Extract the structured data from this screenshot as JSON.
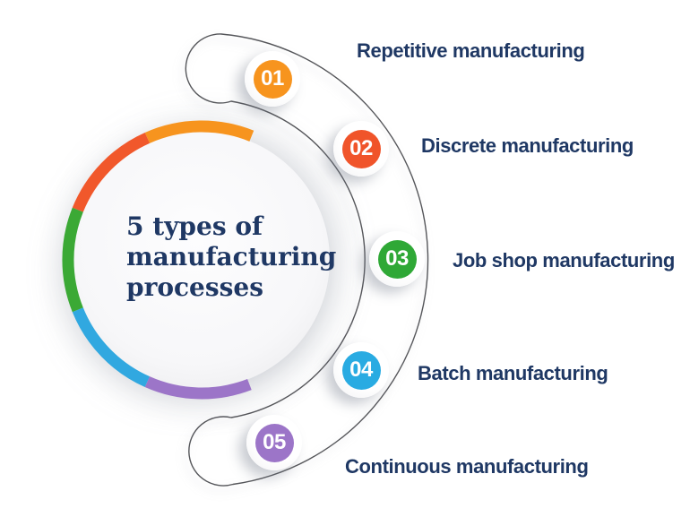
{
  "title": {
    "text": "5 types of manufacturing processes",
    "color": "#1F3864"
  },
  "steps": [
    {
      "number": "01",
      "label": "Repetitive manufacturing",
      "color": "#F7941E"
    },
    {
      "number": "02",
      "label": "Discrete manufacturing",
      "color": "#F0542A"
    },
    {
      "number": "03",
      "label": "Job shop manufacturing",
      "color": "#2FA836"
    },
    {
      "number": "04",
      "label": "Batch manufacturing",
      "color": "#29ABE2"
    },
    {
      "number": "05",
      "label": "Continuous manufacturing",
      "color": "#9C75C8"
    }
  ],
  "ring": {
    "segments": [
      {
        "name": "top-orange",
        "color": "#F7941E"
      },
      {
        "name": "upper-left-red",
        "color": "#F1582B"
      },
      {
        "name": "left-green",
        "color": "#3BA935"
      },
      {
        "name": "lower-left-blue",
        "color": "#31A8E0"
      },
      {
        "name": "bottom-purple",
        "color": "#9C75C8"
      }
    ]
  },
  "outline_color": "#55565A",
  "label_color": "#1F3864"
}
